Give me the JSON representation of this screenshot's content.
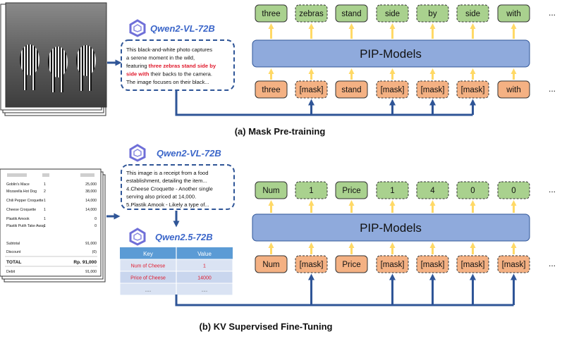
{
  "top": {
    "caption": "(a) Mask Pre-training",
    "model_label": "Qwen2-VL-72B",
    "description_lines": [
      [
        {
          "t": "This black-and-white photo captures",
          "red": false
        }
      ],
      [
        {
          "t": "a serene moment in the wild,",
          "red": false
        }
      ],
      [
        {
          "t": "featuring ",
          "red": false
        },
        {
          "t": "three zebras stand side by",
          "red": true
        }
      ],
      [
        {
          "t": "side with",
          "red": true
        },
        {
          "t": " their backs to the camera.",
          "red": false
        }
      ],
      [
        {
          "t": "The image focuses on their black...",
          "red": false
        }
      ]
    ],
    "pip_label": "PIP-Models",
    "output_tokens": [
      {
        "text": "three",
        "dashed": false
      },
      {
        "text": "zebras",
        "dashed": true
      },
      {
        "text": "stand",
        "dashed": false
      },
      {
        "text": "side",
        "dashed": true
      },
      {
        "text": "by",
        "dashed": true
      },
      {
        "text": "side",
        "dashed": true
      },
      {
        "text": "with",
        "dashed": false
      }
    ],
    "input_tokens": [
      {
        "text": "three",
        "dashed": false
      },
      {
        "text": "[mask]",
        "dashed": true
      },
      {
        "text": "stand",
        "dashed": false
      },
      {
        "text": "[mask]",
        "dashed": true
      },
      {
        "text": "[mask]",
        "dashed": true
      },
      {
        "text": "[mask]",
        "dashed": true
      },
      {
        "text": "with",
        "dashed": false
      }
    ],
    "ellipsis": "..."
  },
  "bottom": {
    "caption": "(b) KV Supervised Fine-Tuning",
    "model_label": "Qwen2-VL-72B",
    "model_label_2": "Qwen2.5-72B",
    "description_lines": [
      "This image is a receipt from a food",
      "establishment, detailing the item...",
      "4.Cheese Croquette - Another single",
      "serving also priced at 14,000.",
      "5.Plastik Amook - Likely a type of..."
    ],
    "kv_table": {
      "headers": [
        "Key",
        "Value"
      ],
      "rows": [
        [
          "Num of Cheese",
          "1"
        ],
        [
          "Price of Cheese",
          "14000"
        ],
        [
          "......",
          "......"
        ]
      ]
    },
    "receipt": {
      "items": [
        [
          "Goblin's Mace",
          "1",
          "25,000"
        ],
        [
          "Mozarella Hot Dog",
          "2",
          "38,000"
        ],
        [
          "Chili Pepper Croquette",
          "1",
          "14,000"
        ],
        [
          "Cheese Croquette",
          "1",
          "14,000"
        ],
        [
          "Plastik Amook",
          "1",
          "0"
        ],
        [
          "Plastik Putih Take Away",
          "1",
          "0"
        ]
      ],
      "subtotal_label": "Subtotal",
      "subtotal": "91,000",
      "discount_label": "Discount",
      "discount": "(0)",
      "total_label": "TOTAL",
      "total": "Rp. 91,000",
      "debit_label": "Debit",
      "debit": "91,000"
    },
    "pip_label": "PIP-Models",
    "output_tokens": [
      {
        "text": "Num",
        "dashed": false
      },
      {
        "text": "1",
        "dashed": true
      },
      {
        "text": "Price",
        "dashed": false
      },
      {
        "text": "1",
        "dashed": true
      },
      {
        "text": "4",
        "dashed": true
      },
      {
        "text": "0",
        "dashed": true
      },
      {
        "text": "0",
        "dashed": true
      }
    ],
    "input_tokens": [
      {
        "text": "Num",
        "dashed": false
      },
      {
        "text": "[mask]",
        "dashed": true
      },
      {
        "text": "Price",
        "dashed": false
      },
      {
        "text": "[mask]",
        "dashed": true
      },
      {
        "text": "[mask]",
        "dashed": true
      },
      {
        "text": "[mask]",
        "dashed": true
      },
      {
        "text": "[mask]",
        "dashed": true
      }
    ],
    "ellipsis": "..."
  },
  "colors": {
    "green": "#a9d18e",
    "orange": "#f4b183",
    "blue_bar": "#8faadc",
    "arrow_yellow": "#ffd966",
    "arrow_blue": "#2f5597",
    "qwen_blue": "#3b66c9",
    "red": "#e0182b"
  }
}
